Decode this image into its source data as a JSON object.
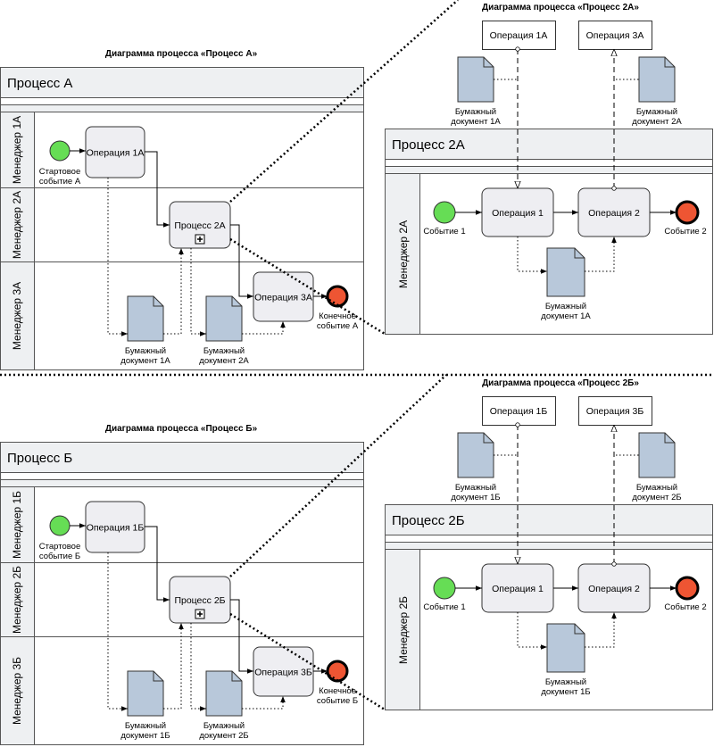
{
  "diagrams": [
    {
      "title": "Диаграмма процесса «Процесс А»",
      "pool": "Процесс А",
      "lanes": [
        "Менеджер 1А",
        "Менеджер 2А",
        "Менеджер 3А"
      ],
      "start_event": [
        "Стартовое",
        "событие А"
      ],
      "task1": "Операция 1А",
      "subprocess": "Процесс 2А",
      "task3": "Операция 3А",
      "end_event": [
        "Конечное",
        "событие А"
      ],
      "doc1": [
        "Бумажный",
        "документ 1А"
      ],
      "doc2": [
        "Бумажный",
        "документ 2А"
      ]
    },
    {
      "title": "Диаграмма процесса «Процесс Б»",
      "pool": "Процесс Б",
      "lanes": [
        "Менеджер 1Б",
        "Менеджер 2Б",
        "Менеджер 3Б"
      ],
      "start_event": [
        "Стартовое",
        "событие Б"
      ],
      "task1": "Операция 1Б",
      "subprocess": "Процесс 2Б",
      "task3": "Операция 3Б",
      "end_event": [
        "Конечное",
        "событие Б"
      ],
      "doc1": [
        "Бумажный",
        "документ 1Б"
      ],
      "doc2": [
        "Бумажный",
        "документ 2Б"
      ]
    }
  ],
  "details": [
    {
      "title": "Диаграмма процесса «Процесс 2А»",
      "ext_in": "Операция 1А",
      "ext_out": "Операция 3А",
      "ext_doc_in": [
        "Бумажный",
        "документ 1А"
      ],
      "ext_doc_out": [
        "Бумажный",
        "документ 2А"
      ],
      "pool": "Процесс 2А",
      "lane": "Менеджер 2А",
      "start_event": "Событие 1",
      "task1": "Операция 1",
      "task2": "Операция 2",
      "end_event": "Событие 2",
      "doc": [
        "Бумажный",
        "документ 1А"
      ]
    },
    {
      "title": "Диаграмма процесса «Процесс 2Б»",
      "ext_in": "Операция 1Б",
      "ext_out": "Операция 3Б",
      "ext_doc_in": [
        "Бумажный",
        "документ 1Б"
      ],
      "ext_doc_out": [
        "Бумажный",
        "документ 2Б"
      ],
      "pool": "Процесс 2Б",
      "lane": "Менеджер 2Б",
      "start_event": "Событие 1",
      "task1": "Операция 1",
      "task2": "Операция 2",
      "end_event": "Событие 2",
      "doc": [
        "Бумажный",
        "документ 1Б"
      ]
    }
  ],
  "colors": {
    "start_event": "#66dd55",
    "end_event": "#ee5533",
    "task_fill": "#eeeef2",
    "document_fill": "#b8c8da",
    "pool_fill": "#eef0f2"
  }
}
